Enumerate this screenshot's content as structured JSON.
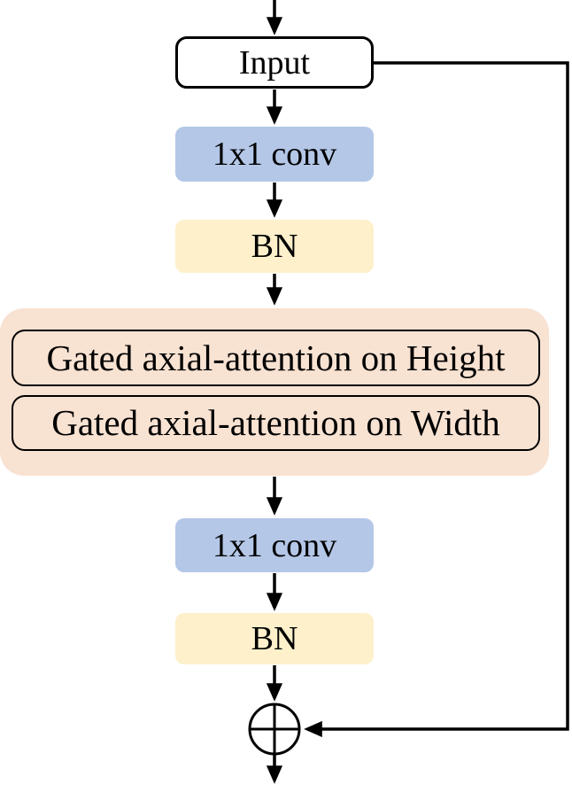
{
  "nodes": {
    "input": {
      "label": "Input"
    },
    "conv1": {
      "label": "1x1 conv"
    },
    "bn1": {
      "label": "BN"
    },
    "attention_height": {
      "label": "Gated axial-attention on Height"
    },
    "attention_width": {
      "label": "Gated axial-attention on Width"
    },
    "conv2": {
      "label": "1x1 conv"
    },
    "bn2": {
      "label": "BN"
    }
  },
  "icons": {
    "sum_junction": "circled-plus-icon"
  },
  "colors": {
    "conv_box": "#b4c7e7",
    "bn_box": "#fdf0cb",
    "attention_group": "#f8e2d2",
    "input_box_fill": "#ffffff",
    "line": "#000000"
  },
  "connections": [
    {
      "from": "external-top",
      "to": "input",
      "type": "arrow"
    },
    {
      "from": "input",
      "to": "conv1",
      "type": "arrow"
    },
    {
      "from": "conv1",
      "to": "bn1",
      "type": "arrow"
    },
    {
      "from": "bn1",
      "to": "attention_height",
      "type": "arrow"
    },
    {
      "from": "attention_width",
      "to": "conv2",
      "type": "arrow"
    },
    {
      "from": "conv2",
      "to": "bn2",
      "type": "arrow"
    },
    {
      "from": "bn2",
      "to": "sum_junction",
      "type": "arrow"
    },
    {
      "from": "input",
      "to": "sum_junction",
      "type": "skip-connection"
    },
    {
      "from": "sum_junction",
      "to": "external-bottom",
      "type": "arrow"
    }
  ]
}
